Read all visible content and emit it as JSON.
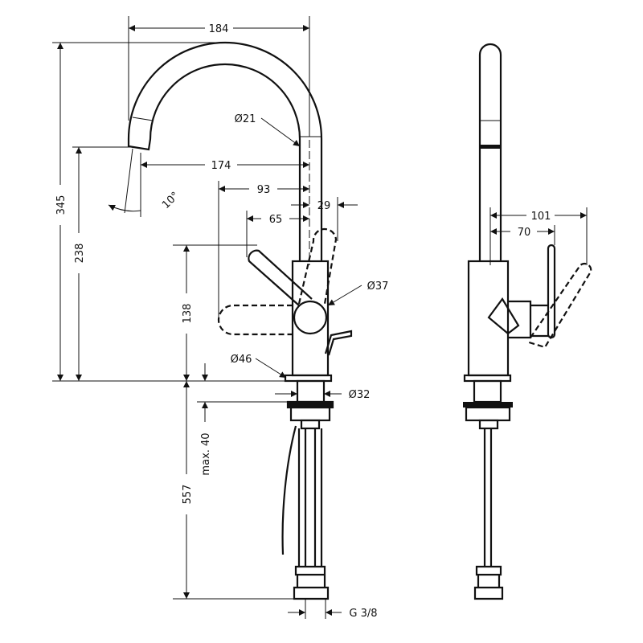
{
  "title": "Mixer tap dimension drawing",
  "dimensions": {
    "width_184": "184",
    "reach_174": "174",
    "handle_93": "93",
    "handle_65": "65",
    "offset_29": "29",
    "spout_angle": "10°",
    "spout_diameter": "Ø21",
    "handle_diameter": "Ø37",
    "base_diameter": "Ø46",
    "shank_diameter": "Ø32",
    "height_345": "345",
    "height_238": "238",
    "height_138": "138",
    "hose_557": "557",
    "max_deck": "max. 40",
    "thread": "G 3/8",
    "side_101": "101",
    "side_70": "70"
  }
}
